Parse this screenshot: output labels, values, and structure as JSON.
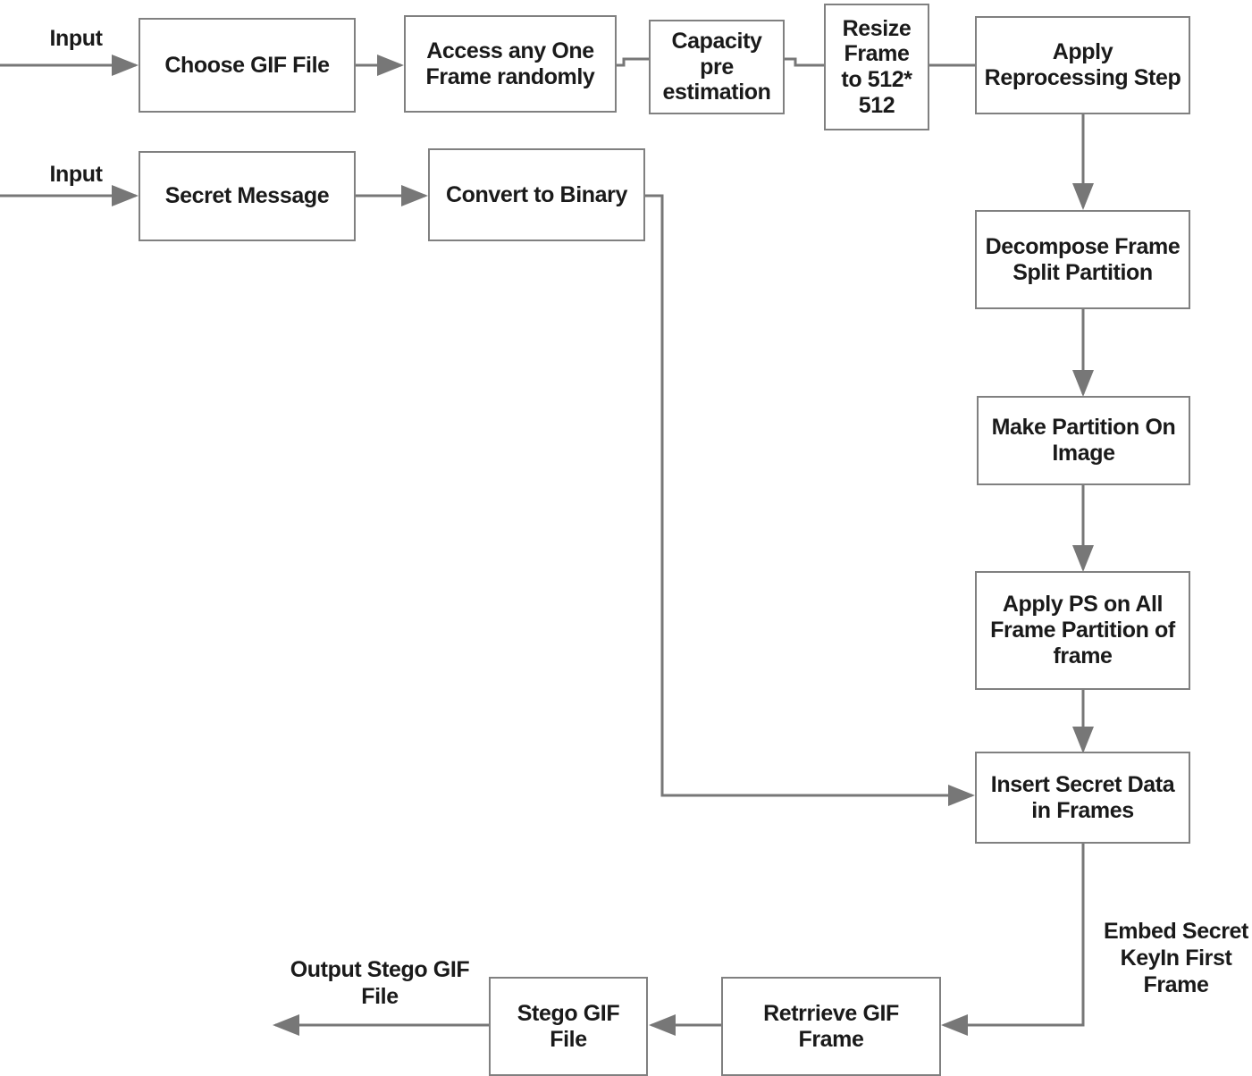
{
  "diagram": {
    "title": "GIF Steganography Embedding Flowchart",
    "stroke_color": "#808080",
    "text_color": "#1a1a1a",
    "background": "#ffffff"
  },
  "nodes": {
    "choose_gif_file": "Choose GIF File",
    "access_frame": "Access any One Frame randomly",
    "capacity_pre_estimation": "Capacity pre estimation",
    "resize_frame": "Resize Frame to 512* 512",
    "apply_reprocessing": "Apply Reprocessing Step",
    "secret_message": "Secret Message",
    "convert_to_binary": "Convert to Binary",
    "decompose_frame": "Decompose Frame Split Partition",
    "make_partition": "Make Partition On Image",
    "apply_ps": "Apply PS on All Frame Partition of frame",
    "insert_secret_data": "Insert Secret Data in Frames",
    "retrieve_gif_frame": "Retrrieve GIF Frame",
    "stego_gif_file": "Stego GIF File"
  },
  "captions": {
    "input_top": "Input",
    "input_middle": "Input",
    "embed_secret_key": "Embed Secret KeyIn First Frame",
    "output_stego": "Output Stego GIF File"
  }
}
